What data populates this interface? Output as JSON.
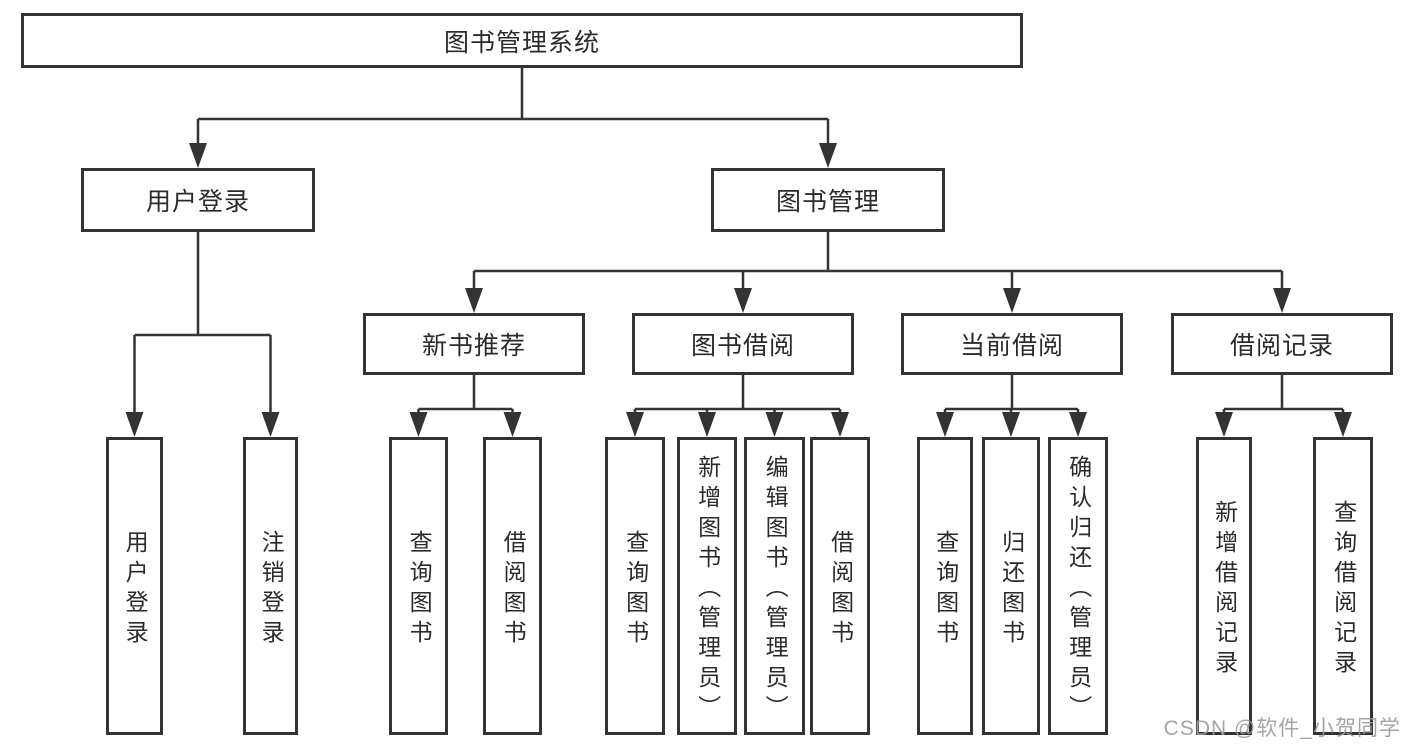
{
  "diagram": {
    "root": {
      "label": "图书管理系统"
    },
    "level2": [
      {
        "label": "用户登录"
      },
      {
        "label": "图书管理"
      }
    ],
    "level3": [
      {
        "label": "新书推荐"
      },
      {
        "label": "图书借阅"
      },
      {
        "label": "当前借阅"
      },
      {
        "label": "借阅记录"
      }
    ],
    "leaves": {
      "user_login": [
        {
          "label": "用户登录"
        },
        {
          "label": "注销登录"
        }
      ],
      "new_book_recommend": [
        {
          "label": "查询图书"
        },
        {
          "label": "借阅图书"
        }
      ],
      "book_borrow": [
        {
          "label": "查询图书"
        },
        {
          "label": "新增图书（管理员）"
        },
        {
          "label": "编辑图书（管理员）"
        },
        {
          "label": "借阅图书"
        }
      ],
      "current_borrow": [
        {
          "label": "查询图书"
        },
        {
          "label": "归还图书"
        },
        {
          "label": "确认归还（管理员）"
        }
      ],
      "borrow_records": [
        {
          "label": "新增借阅记录"
        },
        {
          "label": "查询借阅记录"
        }
      ]
    }
  },
  "watermark": {
    "text": "CSDN @软件_小贺同学"
  },
  "colors": {
    "line": "#333333",
    "border": "#333333",
    "text": "#2b2b2b",
    "watermark": "#9d9d9d",
    "background": "#ffffff"
  }
}
